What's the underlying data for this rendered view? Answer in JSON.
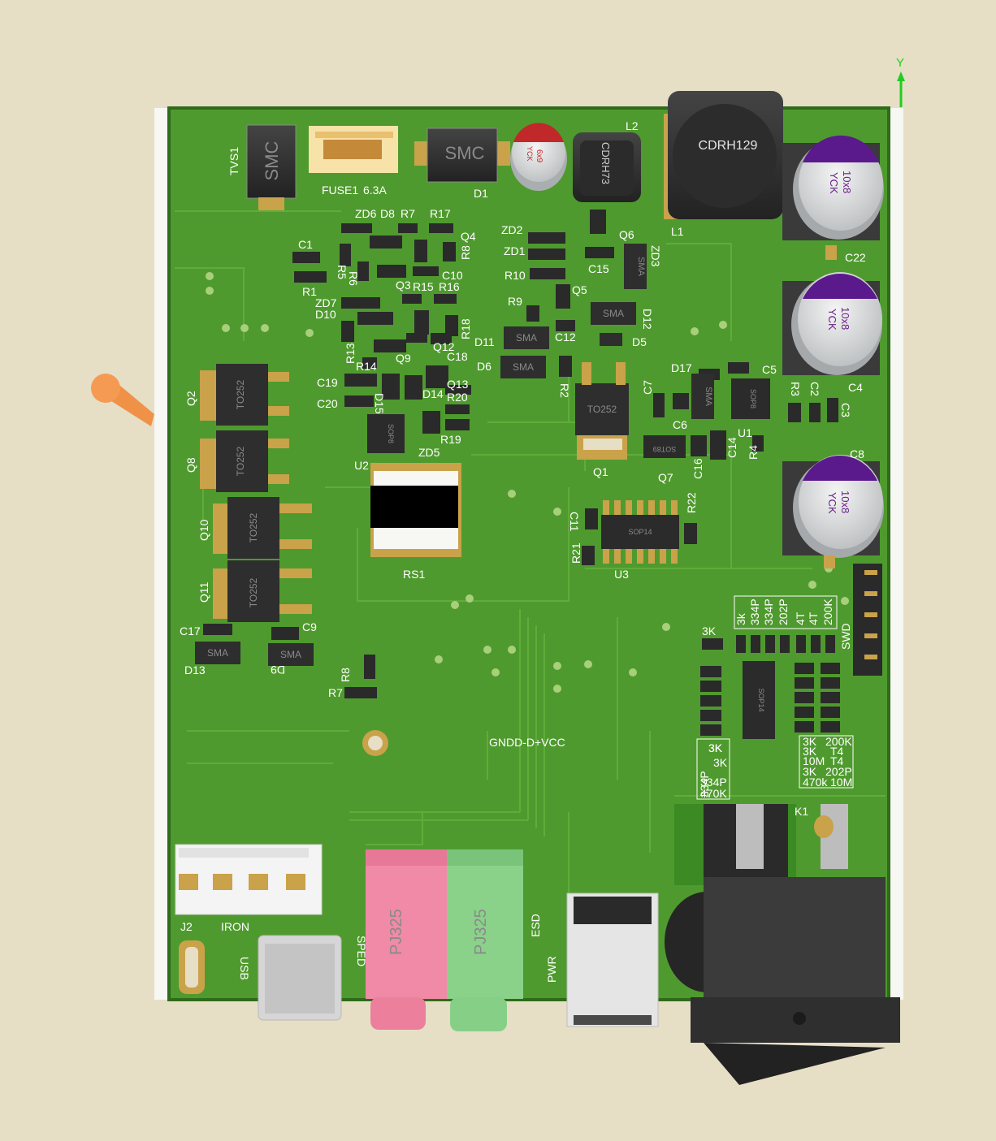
{
  "viewer": {
    "axis_y_label": "Y",
    "colors": {
      "background": "#e6dfc6",
      "board": "#4f9a2e",
      "board_edge": "#2f6b1a",
      "silk": "#ffffff",
      "pad": "#c9a24a"
    }
  },
  "board": {
    "top_labels": {
      "tvs1": "TVS1",
      "smc_tvs": "SMC",
      "fuse1": "FUSE1",
      "fuse_rating": "6.3A",
      "smc_d1": "SMC",
      "d1": "D1",
      "cap_small_text": "6x9",
      "cap_small_brand": "YCK",
      "l2": "L2",
      "cdrh73": "CDRH73",
      "cdrh129": "CDRH129",
      "l1": "L1",
      "c22": "C22",
      "c4": "C4",
      "c8": "C8",
      "cap_big_text": "10x8",
      "cap_big_brand": "YCK"
    },
    "refdes": {
      "zd6": "ZD6",
      "d8": "D8",
      "r7": "R7",
      "r17": "R17",
      "q4": "Q4",
      "r8": "R8",
      "c1": "C1",
      "r5": "R5",
      "r1": "R1",
      "r6": "R6",
      "q3": "Q3",
      "r15": "R15",
      "r16": "R16",
      "c10": "C10",
      "zd7": "ZD7",
      "d10": "D10",
      "r18": "R18",
      "q12": "Q12",
      "r13": "R13",
      "q9": "Q9",
      "c18": "C18",
      "r14": "R14",
      "c19": "C19",
      "d15": "D15",
      "d14": "D14",
      "q13": "Q13",
      "c20": "C20",
      "r20": "R20",
      "r19": "R19",
      "u2": "U2",
      "zd5": "ZD5",
      "zd2": "ZD2",
      "zd1": "ZD1",
      "r10": "R10",
      "q6": "Q6",
      "zd3": "ZD3",
      "c15": "C15",
      "q5": "Q5",
      "r9": "R9",
      "d12": "D12",
      "d11": "D11",
      "c12": "C12",
      "d5": "D5",
      "d6": "D6",
      "r2": "R2",
      "d17": "D17",
      "c5": "C5",
      "r3": "R3",
      "c2": "C2",
      "c3": "C3",
      "c7": "C7",
      "c6": "C6",
      "u1": "U1",
      "r4": "R4",
      "c14": "C14",
      "c16": "C16",
      "q7": "Q7",
      "q1": "Q1",
      "c11": "C11",
      "r22": "R22",
      "r21": "R21",
      "u3": "U3",
      "rs1": "RS1",
      "q2": "Q2",
      "q8": "Q8",
      "q10": "Q10",
      "q11": "Q11",
      "c17": "C17",
      "c9": "C9",
      "d13": "D13",
      "d9": "D9",
      "r8b": "R8",
      "r7b": "R7"
    },
    "packages": {
      "to252": "TO252",
      "sma": "SMA",
      "sop8": "SOP8",
      "sop14": "SOP14",
      "sot89": "SOT89"
    },
    "values": {
      "row": [
        "3k",
        "334P",
        "334P",
        "202P",
        "4T",
        "4T",
        "200K"
      ],
      "v3k": "3K",
      "left_col": [
        "3K",
        "334P",
        "3K",
        "3K",
        "334P",
        "470K"
      ],
      "right_col": [
        "3K",
        "200K",
        "3K",
        "T4",
        "10M",
        "T4",
        "3K",
        "202P",
        "470k",
        "10M"
      ]
    },
    "bottom": {
      "swd": "SWD",
      "gnd_label": "GNDD-D+VCC",
      "k1": "K1",
      "j2": "J2",
      "iron": "IRON",
      "usb": "USB",
      "pj325": "PJ325",
      "sped": "SPED",
      "esd": "ESD",
      "pwr": "PWR"
    }
  }
}
